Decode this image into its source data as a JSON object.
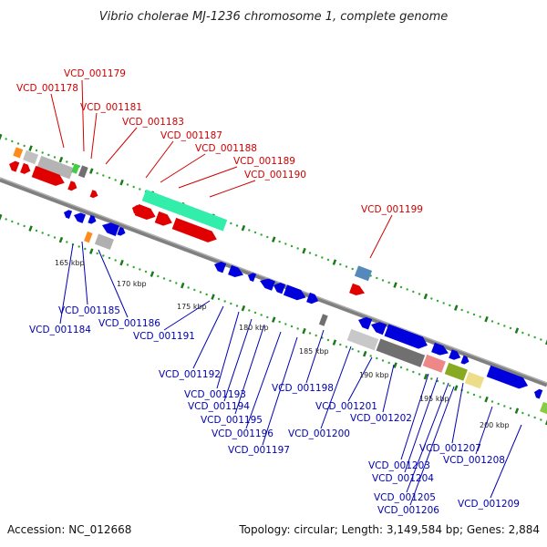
{
  "title": "Vibrio cholerae MJ-1236 chromosome 1, complete genome",
  "accession": "Accession: NC_012668",
  "topology": "Topology: circular; Length: 3,149,584 bp; Genes: 2,884",
  "ticks": [
    "165 kbp",
    "170 kbp",
    "175 kbp",
    "180 kbp",
    "185 kbp",
    "190 kbp",
    "195 kbp",
    "200 kbp"
  ],
  "red_labels": [
    "VCD_001179",
    "VCD_001178",
    "VCD_001181",
    "VCD_001183",
    "VCD_001187",
    "VCD_001188",
    "VCD_001189",
    "VCD_001190",
    "VCD_001199"
  ],
  "blue_labels": [
    "VCD_001185",
    "VCD_001184",
    "VCD_001186",
    "VCD_001191",
    "VCD_001192",
    "VCD_001193",
    "VCD_001194",
    "VCD_001195",
    "VCD_001196",
    "VCD_001197",
    "VCD_001198",
    "VCD_001200",
    "VCD_001201",
    "VCD_001202",
    "VCD_001203",
    "VCD_001204",
    "VCD_001205",
    "VCD_001206",
    "VCD_001207",
    "VCD_001208",
    "VCD_001209"
  ],
  "colors": {
    "forward": "#e00000",
    "reverse": "#0000dd",
    "backbone": "#808080",
    "label_forward": "#d00000",
    "label_reverse": "#0000b0",
    "dot_major": "#1a7a1a",
    "dot_minor": "#33aa33"
  }
}
